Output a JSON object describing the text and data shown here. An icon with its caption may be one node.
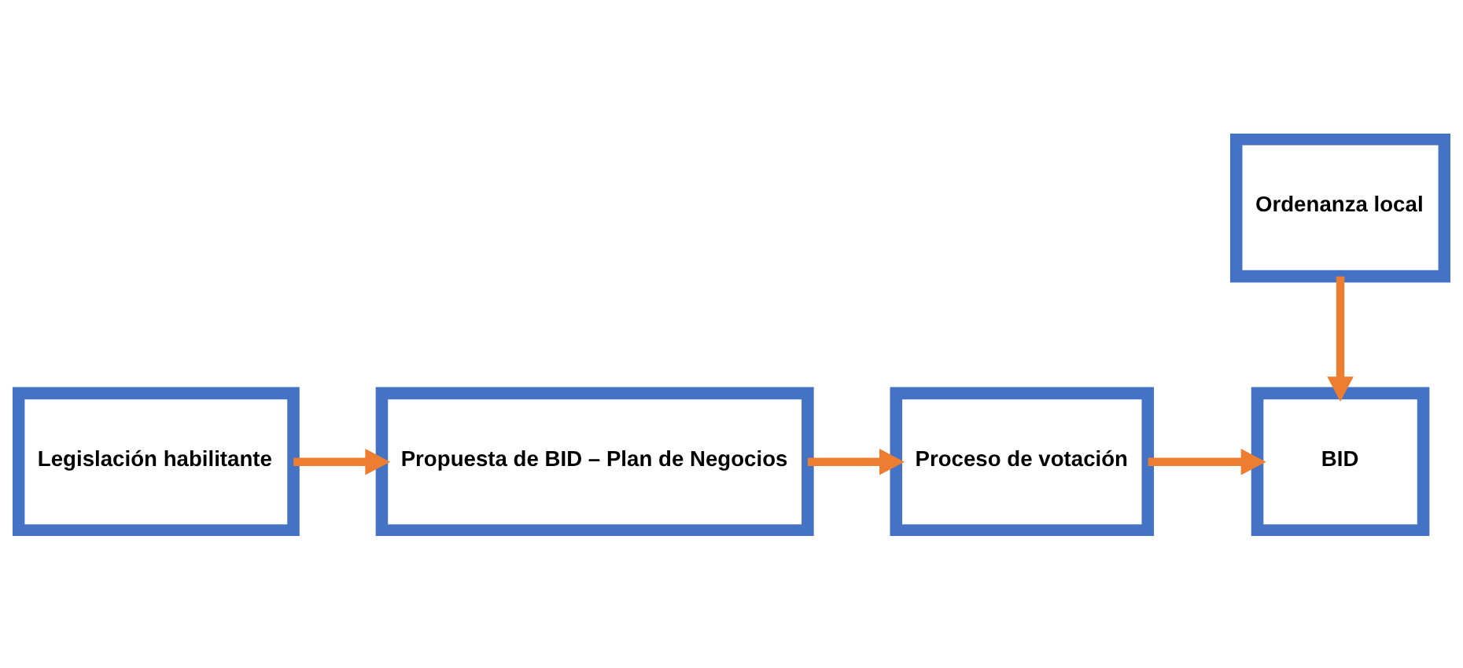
{
  "diagram": {
    "nodes": [
      {
        "text": [
          "Legislación habilitante"
        ]
      },
      {
        "text": [
          "Propuesta de BID – Plan de Negocios"
        ]
      },
      {
        "text": [
          "Proceso de votación"
        ]
      },
      {
        "text": [
          "BID"
        ]
      },
      {
        "text": [
          "Ordenanza local"
        ]
      }
    ],
    "edges": [
      {
        "from": 0,
        "to": 1,
        "arrow": "to"
      },
      {
        "from": 1,
        "to": 2,
        "arrow": "to"
      },
      {
        "from": 2,
        "to": 3,
        "arrow": "to"
      },
      {
        "from": 4,
        "to": 3,
        "arrow": "to"
      }
    ]
  }
}
